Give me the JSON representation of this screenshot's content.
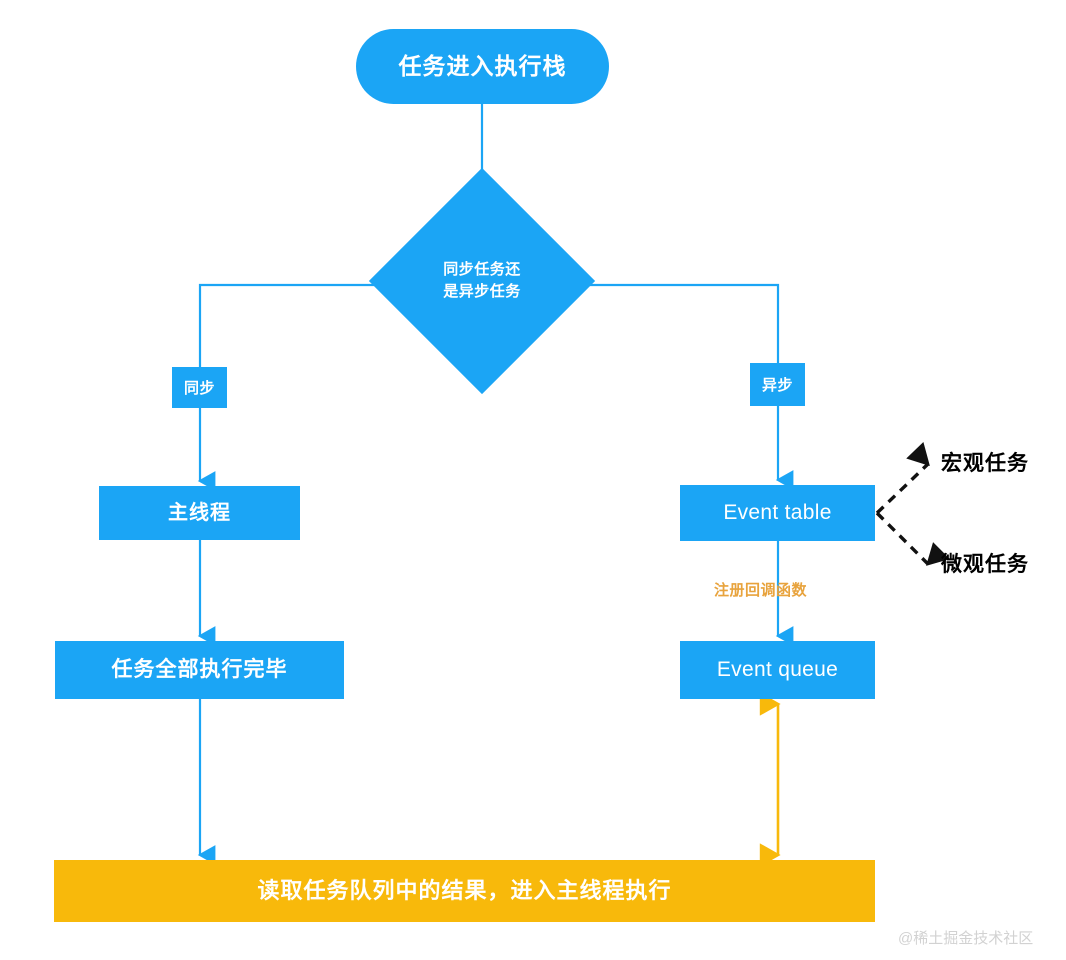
{
  "diagram": {
    "title": "JavaScript Event Loop Flowchart",
    "colors": {
      "blue": "#1BA5F5",
      "orange": "#F8B90B",
      "orange_text": "#E8A33D",
      "black": "#000000",
      "white": "#FFFFFF",
      "watermark": "#D2D2D2"
    }
  },
  "nodes": {
    "start": "任务进入执行栈",
    "decision_line1": "同步任务还",
    "decision_line2": "是异步任务",
    "main_thread": "主线程",
    "all_done": "任务全部执行完毕",
    "event_table": "Event table",
    "event_queue": "Event queue",
    "result_bar": "读取任务队列中的结果，进入主线程执行"
  },
  "edge_labels": {
    "sync": "同步",
    "async": "异步",
    "register_callback": "注册回调函数"
  },
  "branch_labels": {
    "macro_task": "宏观任务",
    "micro_task": "微观任务"
  },
  "watermark": "@稀土掘金技术社区"
}
